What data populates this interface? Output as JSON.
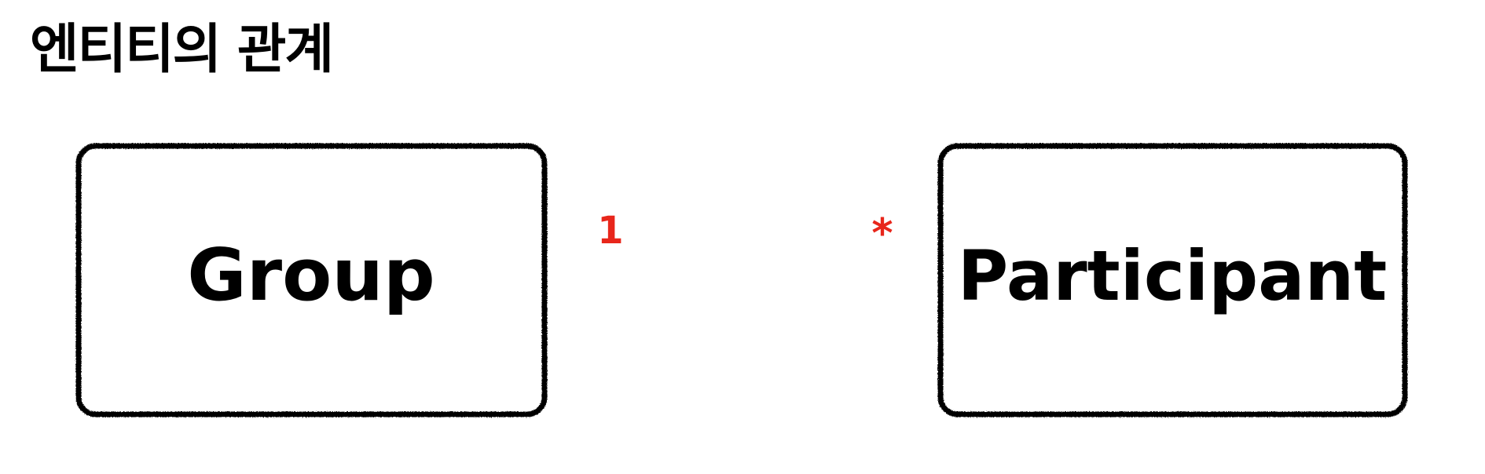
{
  "title": "엔티티의 관계",
  "entities": {
    "left": {
      "label": "Group"
    },
    "right": {
      "label": "Participant"
    }
  },
  "relationship": {
    "left_multiplicity": "1",
    "right_multiplicity": "*"
  },
  "colors": {
    "stroke": "#000000",
    "text": "#000000",
    "multiplicity": "#e8261b",
    "background": "#ffffff"
  }
}
